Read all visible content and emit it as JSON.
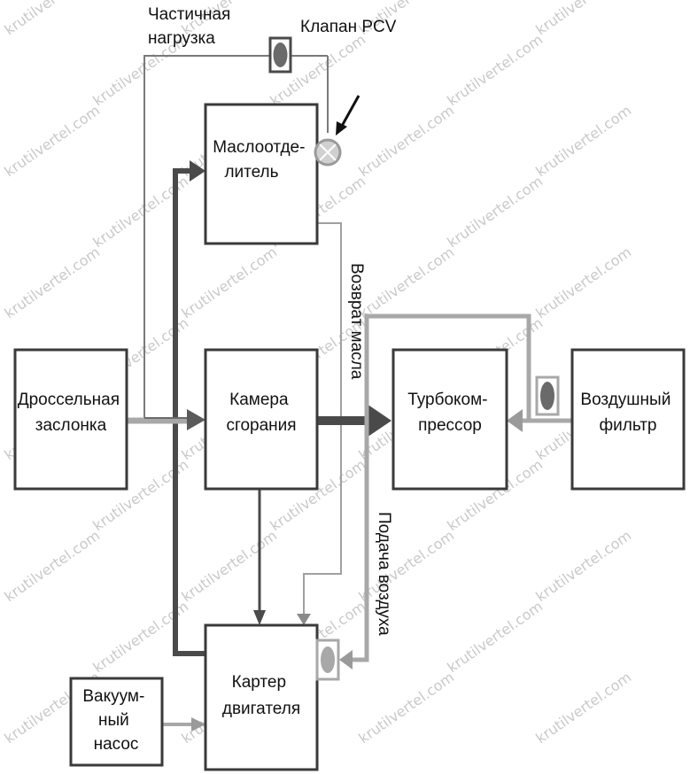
{
  "labels": {
    "throttle": [
      "Дроссельная",
      "заслонка"
    ],
    "combustion": [
      "Камера",
      "сгорания"
    ],
    "separator": [
      "Маслоотде-",
      "литель"
    ],
    "turbo": [
      "Турбоком-",
      "прессор"
    ],
    "air_filter": [
      "Воздушный",
      "фильтр"
    ],
    "crankcase": [
      "Картер",
      "двигателя"
    ],
    "vacuum_pump": [
      "Вакуум-",
      "ный",
      "насос"
    ],
    "partial_load": [
      "Частичная",
      "нагрузка"
    ],
    "pcv_valve": "Клапан PCV",
    "oil_return": "Возврат масла",
    "air_supply": "Подача воздуха"
  },
  "watermark": "krutilvertel.com",
  "colors": {
    "dark_line": "#4a4a4a",
    "medium_line": "#707070",
    "light_line": "#a8a8a8",
    "valve_fill": "#6a6a6a",
    "box_stroke": "#3a3a3a"
  }
}
